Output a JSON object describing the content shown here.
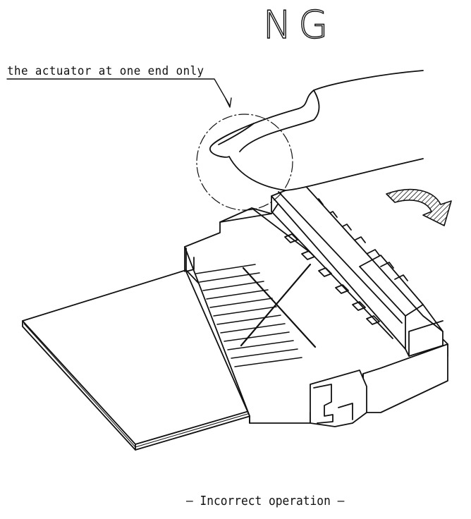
{
  "title": "NG",
  "callout": "the actuator at one end only",
  "caption": "– Incorrect operation –"
}
